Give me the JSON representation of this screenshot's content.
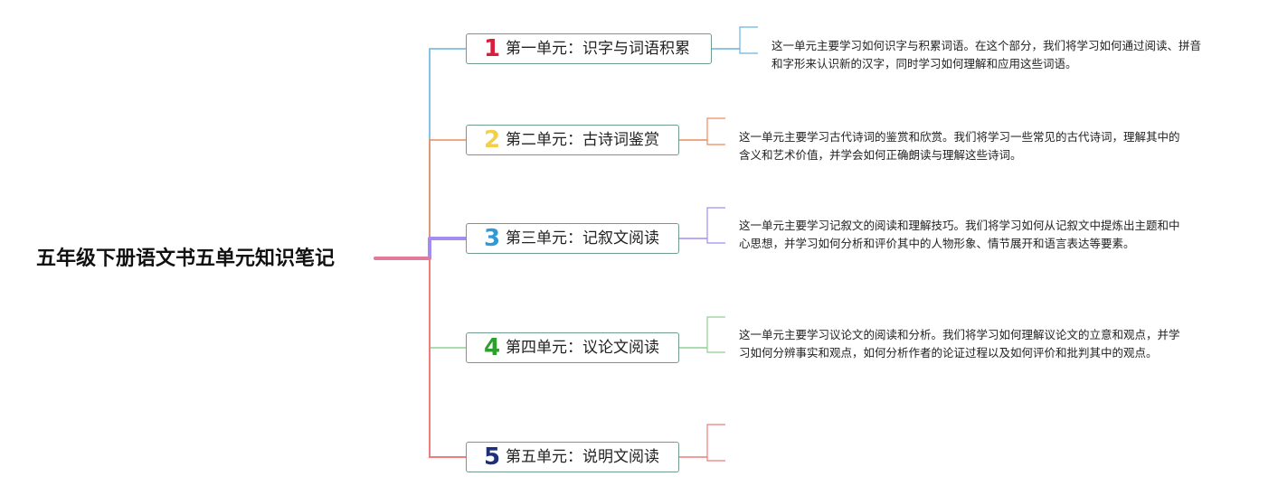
{
  "mindmap": {
    "root": {
      "title": "五年级下册语文书五单元知识笔记"
    },
    "units": [
      {
        "number": "1",
        "label": "第一单元：识字与词语积累",
        "color": "#d81e3a",
        "line_color": "#67b4de",
        "description": "这一单元主要学习如何识字与积累词语。在这个部分，我们将学习如何通过阅读、拼音和字形来认识新的汉字，同时学习如何理解和应用这些词语。"
      },
      {
        "number": "2",
        "label": "第二单元：古诗词鉴赏",
        "color": "#f2d04b",
        "line_color": "#ec8a5e",
        "description": "这一单元主要学习古代诗词的鉴赏和欣赏。我们将学习一些常见的古代诗词，理解其中的含义和艺术价值，并学会如何正确朗读与理解这些诗词。"
      },
      {
        "number": "3",
        "label": "第三单元：记叙文阅读",
        "color": "#3399d6",
        "line_color": "#a48cf0",
        "description": "这一单元主要学习记叙文的阅读和理解技巧。我们将学习如何从记叙文中提炼出主题和中心思想，并学习如何分析和评价其中的人物形象、情节展开和语言表达等要素。"
      },
      {
        "number": "4",
        "label": "第四单元：议论文阅读",
        "color": "#2ca02c",
        "line_color": "#8fd18f",
        "description": "这一单元主要学习议论文的阅读和分析。我们将学习如何理解议论文的立意和观点，并学习如何分辨事实和观点，如何分析作者的论证过程以及如何评价和批判其中的观点。"
      },
      {
        "number": "5",
        "label": "第五单元：说明文阅读",
        "color": "#1e2f7a",
        "line_color": "#ee7c7c",
        "description": ""
      }
    ]
  }
}
